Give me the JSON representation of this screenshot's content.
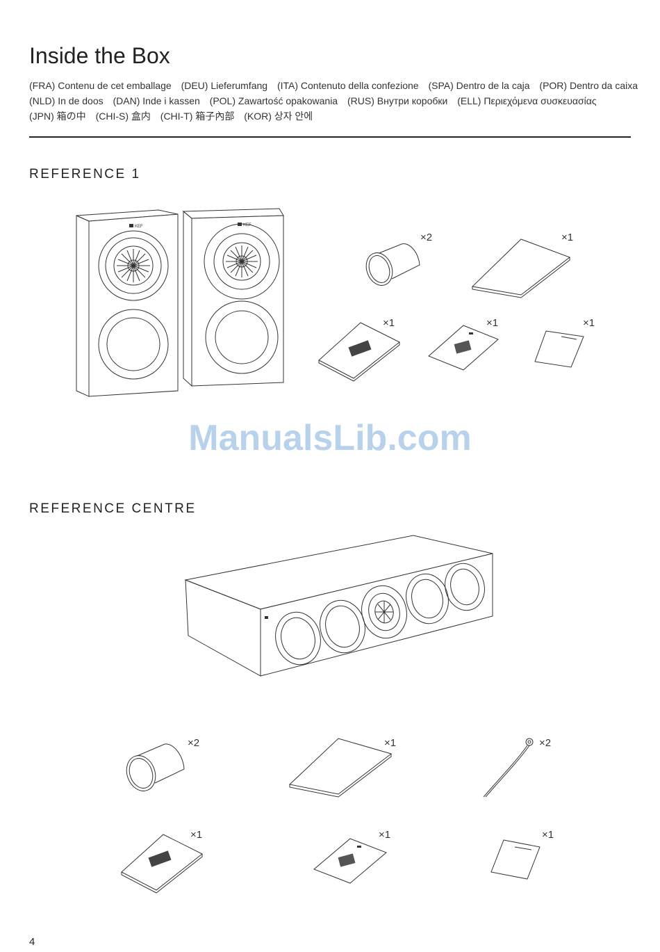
{
  "page": {
    "title": "Inside the Box",
    "languages": [
      [
        "(FRA) Contenu de cet emballage",
        "(DEU) Lieferumfang",
        "(ITA) Contenuto della confezione",
        "(SPA) Dentro de la caja",
        "(POR) Dentro da caixa"
      ],
      [
        "(NLD) In de doos",
        "(DAN) Inde i kassen",
        "(POL) Zawartość opakowania",
        "(RUS) Внутри коробки",
        "(ELL) Περιεχόμενα συσκευασίας"
      ],
      [
        "(JPN) 箱の中",
        "(CHI-S) 盒内",
        "(CHI-T) 箱子內部",
        "(KOR) 상자 안에"
      ]
    ],
    "page_number": "4",
    "watermark": "ManualsLib.com"
  },
  "reference1": {
    "heading": "REFERENCE 1",
    "speaker_logo": "KEF",
    "items": {
      "foam_bung": "×2",
      "cloth": "×1",
      "manual": "×1",
      "booklet": "×1",
      "warranty_card": "×1"
    }
  },
  "centre": {
    "heading": "REFERENCE CENTRE",
    "items": {
      "foam_bung": "×2",
      "cloth": "×1",
      "cable": "×2",
      "manual": "×1",
      "booklet": "×1",
      "warranty_card": "×1"
    }
  }
}
